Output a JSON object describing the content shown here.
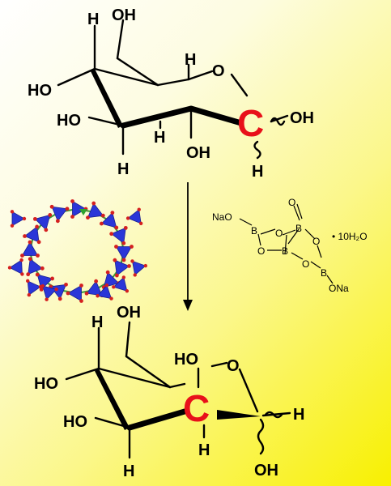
{
  "top_molecule": {
    "labels": {
      "h_top": "H",
      "oh_top": "OH",
      "ho_left": "HO",
      "h_ring": "H",
      "o_ring": "O",
      "ho_mid": "HO",
      "h_mid": "H",
      "oh_right": "OH",
      "oh_bottom": "OH",
      "h_bottom_left": "H",
      "h_bottom_right": "H",
      "carbon": "C"
    }
  },
  "borax": {
    "formula_labels": {
      "nao_left": "NaO",
      "b1": "B",
      "o1": "O",
      "b2": "B",
      "o_top": "O",
      "o2": "O",
      "o3": "O",
      "b3": "B",
      "o4": "O",
      "b4": "B",
      "ona": "ONa",
      "hydrate": "• 10H₂O"
    }
  },
  "bottom_molecule": {
    "labels": {
      "h_top": "H",
      "oh_top": "OH",
      "ho_ring": "HO",
      "o_ring": "O",
      "ho_left": "HO",
      "ho_mid": "HO",
      "h_right": "H",
      "h_mid": "H",
      "h_bottom_left": "H",
      "oh_bottom": "OH",
      "carbon": "C"
    }
  },
  "colors": {
    "zeolite_tetra": "#2a36d8",
    "zeolite_oxygen": "#d42020",
    "zeolite_bond": "#3a9a3a",
    "carbon_highlight": "#e8101a"
  }
}
